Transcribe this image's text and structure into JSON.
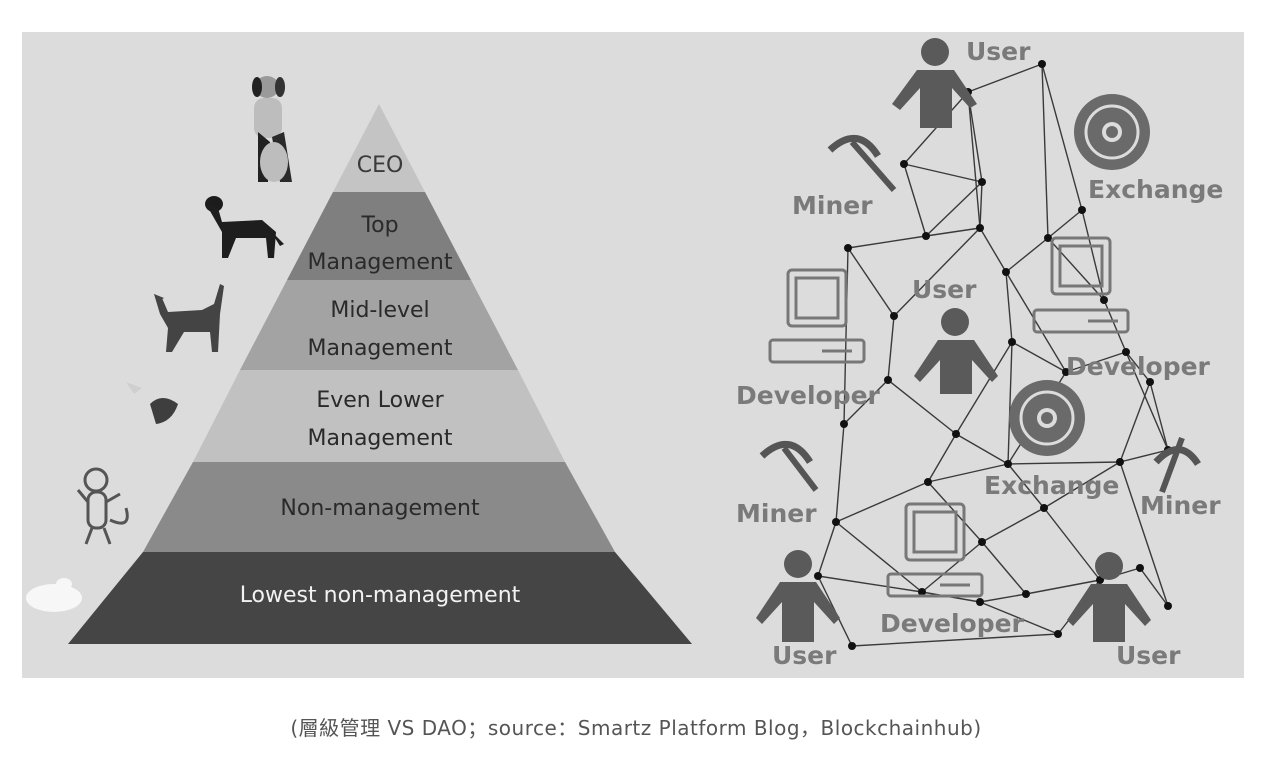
{
  "pyramid": {
    "levels": [
      {
        "label_lines": [
          "CEO"
        ],
        "fill": "#c4c4c4",
        "text_color": "#3a3a3a"
      },
      {
        "label_lines": [
          "Top",
          "Management"
        ],
        "fill": "#7f7f7f",
        "text_color": "#2a2a2a"
      },
      {
        "label_lines": [
          "Mid-level",
          "Management"
        ],
        "fill": "#a3a3a3",
        "text_color": "#2a2a2a"
      },
      {
        "label_lines": [
          "Even Lower",
          "Management"
        ],
        "fill": "#c1c1c1",
        "text_color": "#2a2a2a"
      },
      {
        "label_lines": [
          "Non-management"
        ],
        "fill": "#8a8a8a",
        "text_color": "#2a2a2a"
      },
      {
        "label_lines": [
          "Lowest non-management"
        ],
        "fill": "#454545",
        "text_color": "#f2f2f2"
      }
    ],
    "animals": [
      "dog-icon",
      "rottweiler-icon",
      "cat-icon",
      "bird-icon",
      "monkey-icon",
      "rabbit-icon"
    ]
  },
  "network": {
    "labels": {
      "user": "User",
      "miner": "Miner",
      "exchange": "Exchange",
      "developer": "Developer"
    }
  },
  "caption": "(層級管理 VS DAO；source：Smartz Platform Blog，Blockchainhub)"
}
